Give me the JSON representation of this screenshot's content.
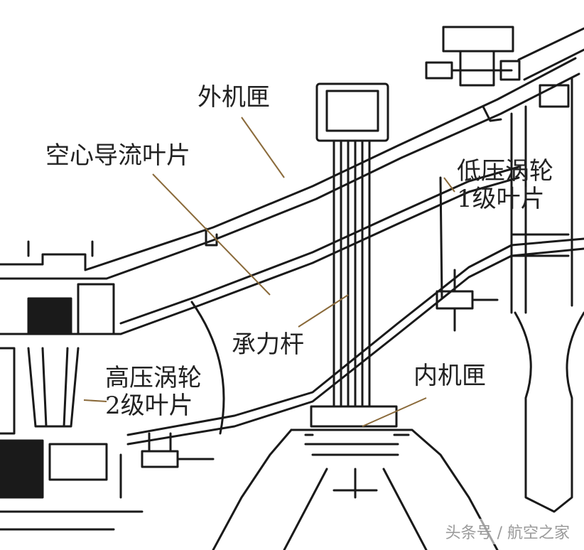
{
  "labels": {
    "outer_casing": "外机匣",
    "hollow_vane": "空心导流叶片",
    "lpt_stage1_line1": "低压涡轮",
    "lpt_stage1_line2": "1级叶片",
    "strut": "承力杆",
    "inner_casing": "内机匣",
    "hpt_stage2_line1": "高压涡轮",
    "hpt_stage2_line2": "2级叶片"
  },
  "watermark": "头条号 / 航空之家",
  "colors": {
    "line": "#1a1a1a",
    "leader": "#8a6a3a",
    "label": "#222222",
    "background": "#ffffff"
  }
}
